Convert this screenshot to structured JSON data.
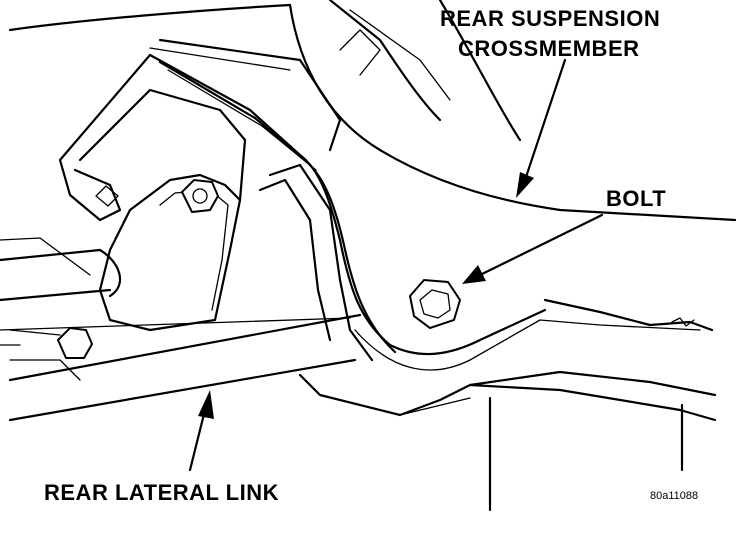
{
  "labels": {
    "crossmember_line1": "REAR SUSPENSION",
    "crossmember_line2": "CROSSMEMBER",
    "bolt": "BOLT",
    "rear_lateral_link": "REAR LATERAL LINK",
    "figure_id": "80a11088"
  }
}
